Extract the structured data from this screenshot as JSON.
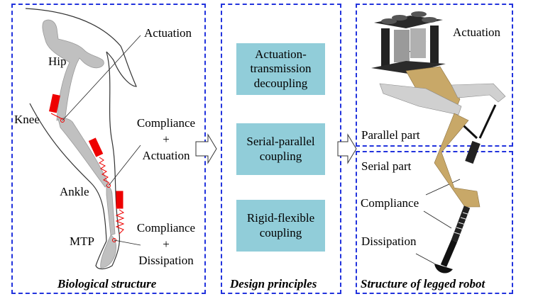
{
  "panels": {
    "biological": {
      "caption": "Biological structure",
      "joints": [
        "Hip",
        "Knee",
        "Ankle",
        "MTP"
      ],
      "annotations": {
        "actuation": "Actuation",
        "compliance_actuation": [
          "Compliance",
          "+",
          "Actuation"
        ],
        "compliance_dissipation": [
          "Compliance",
          "+",
          "Dissipation"
        ]
      }
    },
    "principles": {
      "caption": "Design principles",
      "items": [
        {
          "label": "Actuation-\ntransmission\ndecoupling"
        },
        {
          "label": "Serial-parallel\ncoupling"
        },
        {
          "label": "Rigid-flexible\ncoupling"
        }
      ]
    },
    "robot": {
      "caption": "Structure of legged robot",
      "parallel": {
        "title": "Parallel part",
        "annotation": "Actuation"
      },
      "serial": {
        "title": "Serial part",
        "annotations": [
          "Compliance",
          "Dissipation"
        ]
      }
    }
  },
  "colors": {
    "border": "#2233dd",
    "principle_box": "#91cdd9",
    "actuator": "#ee0000",
    "bone": "#c0c0c0",
    "gold": "#c8a868"
  }
}
